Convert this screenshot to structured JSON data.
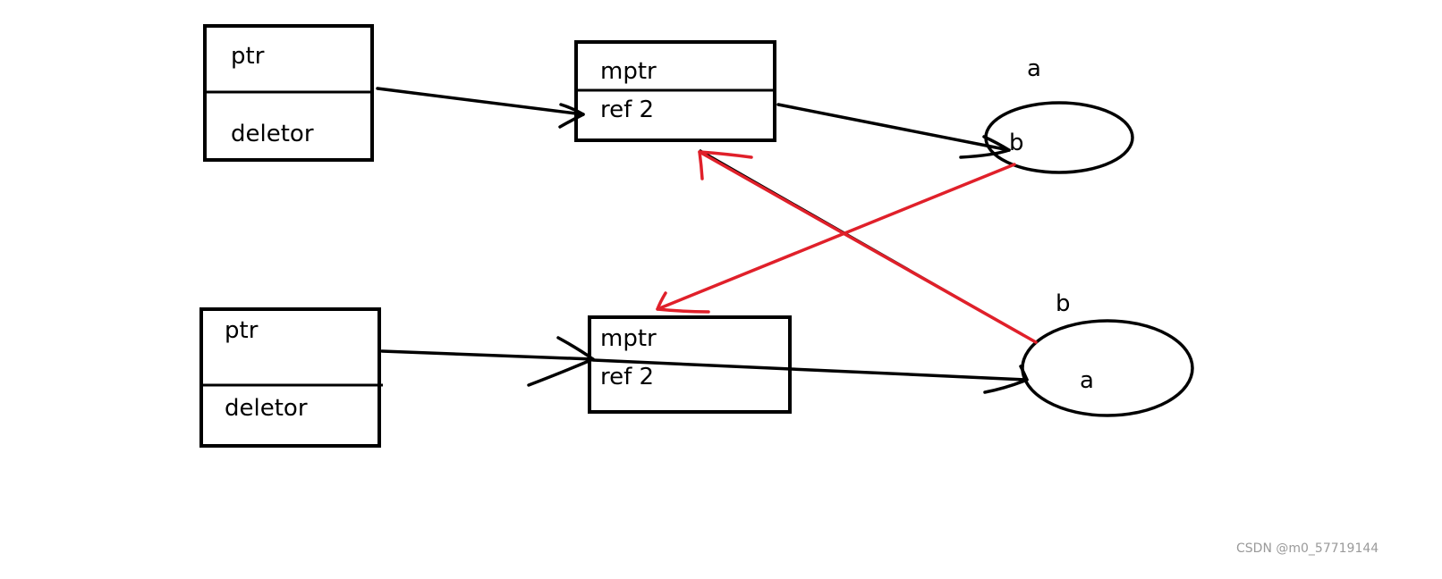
{
  "top_row": {
    "shared_ptr": {
      "field1": "ptr",
      "field2": "deletor"
    },
    "ref_block": {
      "field1": "mptr",
      "field2": "ref  2"
    },
    "object": {
      "name": "a",
      "member": "b"
    }
  },
  "bottom_row": {
    "shared_ptr": {
      "field1": "ptr",
      "field2": "deletor"
    },
    "ref_block": {
      "field1": "mptr",
      "field2": "ref   2"
    },
    "object": {
      "name": "b",
      "member": "a"
    }
  },
  "colors": {
    "ink": "#000000",
    "cross_reference": "#e0202a"
  },
  "watermark": "CSDN @m0_57719144"
}
